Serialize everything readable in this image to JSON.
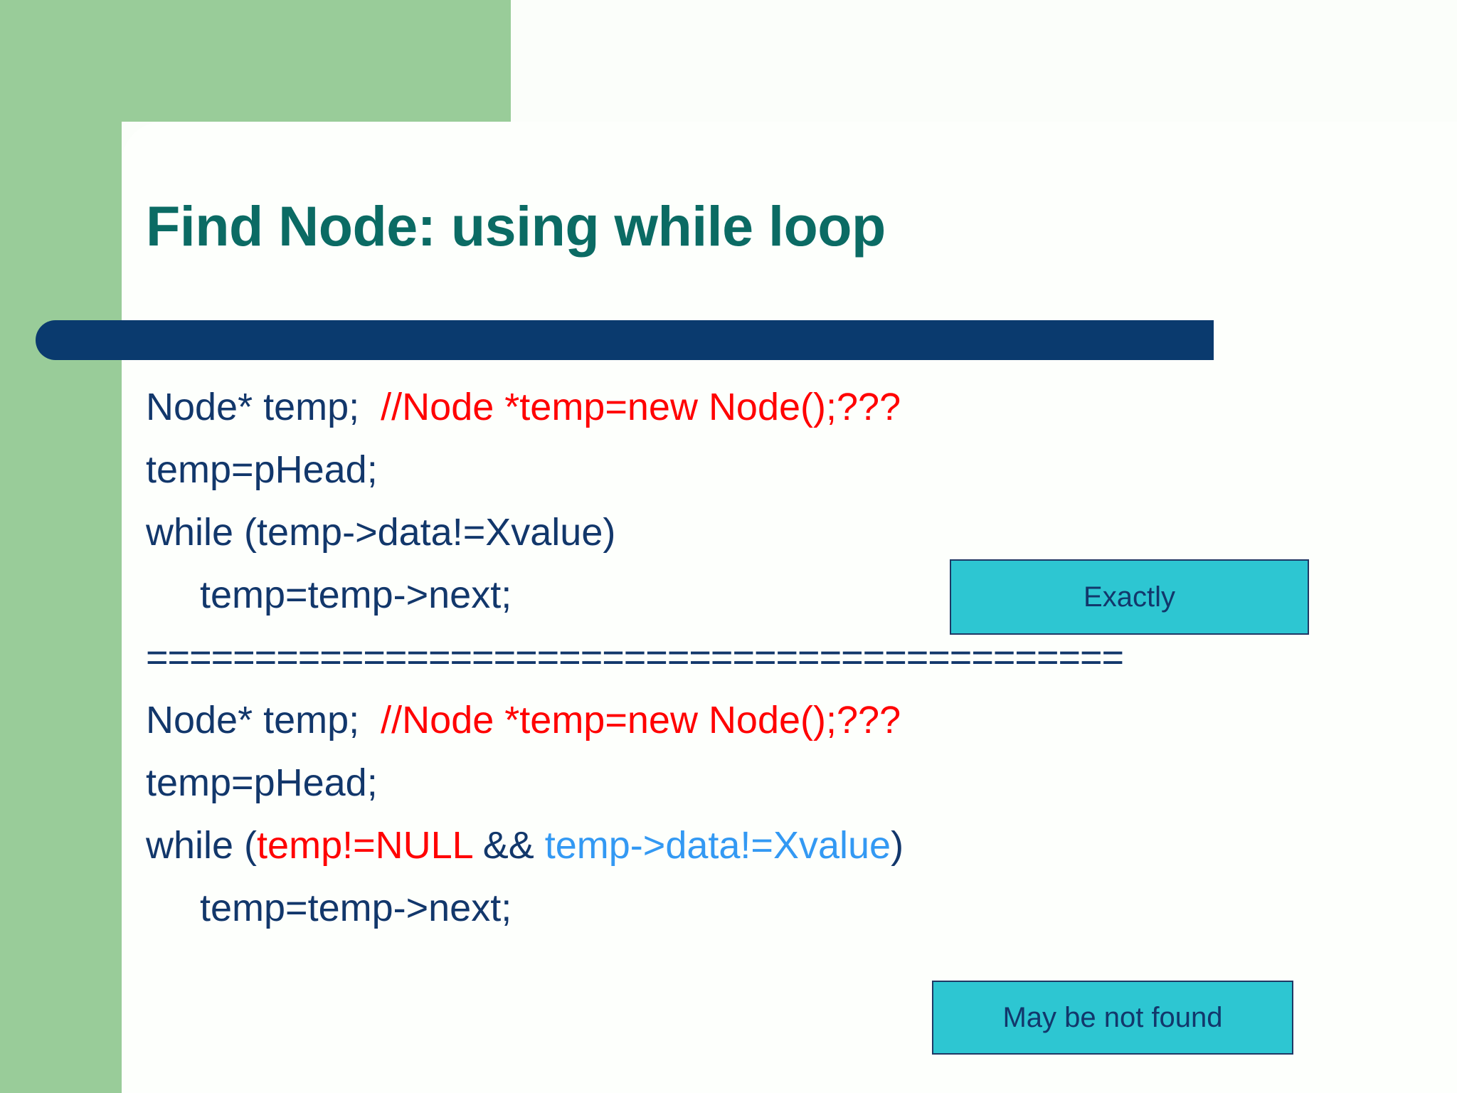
{
  "slide": {
    "title": "Find Node: using while loop",
    "colors": {
      "title_teal": "#0B6B64",
      "band_green": "#99CC99",
      "bar_navy": "#0A3A6E",
      "code_navy": "#12376B",
      "comment_red": "#FF0000",
      "cond_blue": "#3399F3",
      "callout_cyan": "#2DC6D2",
      "callout_border": "#1F3864",
      "panel_white": "#FDFFFC"
    }
  },
  "code": {
    "block1": [
      {
        "indent": false,
        "tokens": [
          {
            "text": "Node* temp;  ",
            "color": "navy"
          },
          {
            "text": "//Node *temp=new Node();???",
            "color": "red"
          }
        ]
      },
      {
        "indent": false,
        "tokens": [
          {
            "text": "temp=pHead;",
            "color": "navy"
          }
        ]
      },
      {
        "indent": false,
        "tokens": [
          {
            "text": "while (temp->data!=Xvalue)",
            "color": "navy"
          }
        ]
      },
      {
        "indent": true,
        "tokens": [
          {
            "text": "temp=temp->next;",
            "color": "navy"
          }
        ]
      }
    ],
    "separator": "=============================================",
    "block2": [
      {
        "indent": false,
        "tokens": [
          {
            "text": "Node* temp;  ",
            "color": "navy"
          },
          {
            "text": "//Node *temp=new Node();???",
            "color": "red"
          }
        ]
      },
      {
        "indent": false,
        "tokens": [
          {
            "text": "temp=pHead;",
            "color": "navy"
          }
        ]
      },
      {
        "indent": false,
        "tokens": [
          {
            "text": "while (",
            "color": "navy"
          },
          {
            "text": "temp!=NULL",
            "color": "red"
          },
          {
            "text": " && ",
            "color": "navy"
          },
          {
            "text": "temp->data!=Xvalue",
            "color": "blue"
          },
          {
            "text": ")",
            "color": "navy"
          }
        ]
      },
      {
        "indent": true,
        "tokens": [
          {
            "text": "temp=temp->next;",
            "color": "navy"
          }
        ]
      }
    ]
  },
  "callouts": {
    "exactly": "Exactly",
    "not_found": "May be not found"
  }
}
